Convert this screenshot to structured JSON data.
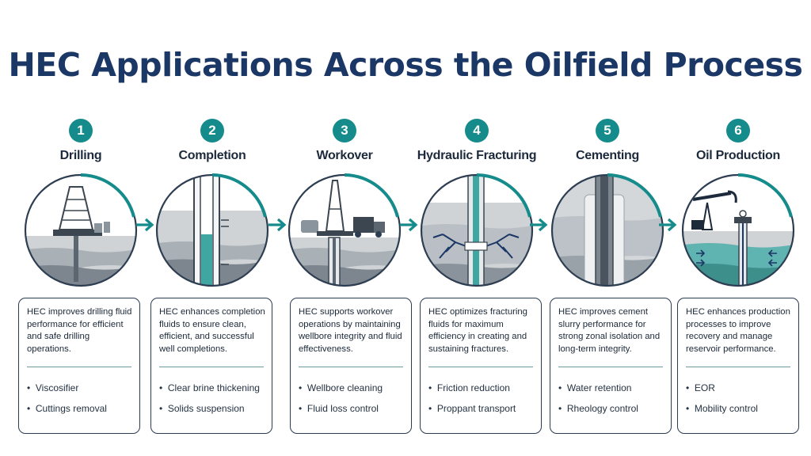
{
  "title": "HEC Applications Across the Oilfield Process",
  "colors": {
    "title": "#1b3766",
    "accent": "#158b8b",
    "card_border": "#2a3b52"
  },
  "steps": [
    {
      "number": "1",
      "name": "Drilling",
      "description": "HEC improves drilling fluid performance for efficient and safe drilling operations.",
      "bullets": [
        "Viscosifier",
        "Cuttings removal"
      ]
    },
    {
      "number": "2",
      "name": "Completion",
      "description": "HEC enhances completion fluids to ensure clean, efficient, and successful well completions.",
      "bullets": [
        "Clear brine thickening",
        "Solids suspension"
      ]
    },
    {
      "number": "3",
      "name": "Workover",
      "description": "HEC supports workover operations by maintaining wellbore integrity and fluid effectiveness.",
      "bullets": [
        "Wellbore cleaning",
        "Fluid loss control"
      ]
    },
    {
      "number": "4",
      "name": "Hydraulic Fracturing",
      "description": "HEC optimizes fracturing fluids for maximum efficiency in creating and sustaining fractures.",
      "bullets": [
        "Friction reduction",
        "Proppant transport"
      ]
    },
    {
      "number": "5",
      "name": "Cementing",
      "description": "HEC improves cement slurry performance for strong zonal isolation and long-term integrity.",
      "bullets": [
        "Water retention",
        "Rheology control"
      ]
    },
    {
      "number": "6",
      "name": "Oil Production",
      "description": "HEC enhances production processes to improve recovery and manage reservoir performance.",
      "bullets": [
        "EOR",
        "Mobility control"
      ]
    }
  ]
}
